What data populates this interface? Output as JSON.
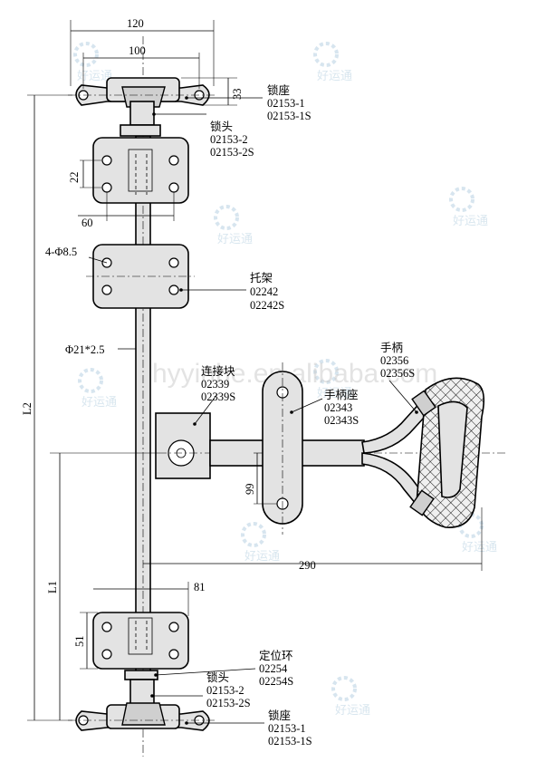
{
  "dimensions": {
    "overall_width": "120",
    "hole_spacing": "100",
    "seat_height": "33",
    "bracket_hole_v": "22",
    "bracket_hole_h": "60",
    "handle_offset": "99",
    "handle_reach": "290",
    "lower_bracket_w": "81",
    "lower_bracket_h": "51",
    "total_length": "L2",
    "partial_length": "L1",
    "holes": "4-Φ8.5",
    "rod": "Φ21*2.5"
  },
  "callouts": {
    "lock_seat_top": {
      "name": "锁座",
      "code1": "02153-1",
      "code2": "02153-1S"
    },
    "lock_head_top": {
      "name": "锁头",
      "code1": "02153-2",
      "code2": "02153-2S"
    },
    "bracket": {
      "name": "托架",
      "code1": "02242",
      "code2": "02242S"
    },
    "handle": {
      "name": "手柄",
      "code1": "02356",
      "code2": "02356S"
    },
    "connector": {
      "name": "连接块",
      "code1": "02339",
      "code2": "02339S"
    },
    "handle_seat": {
      "name": "手柄座",
      "code1": "02343",
      "code2": "02343S"
    },
    "locating_ring": {
      "name": "定位环",
      "code1": "02254",
      "code2": "02254S"
    },
    "lock_head_bottom": {
      "name": "锁头",
      "code1": "02153-2",
      "code2": "02153-2S"
    },
    "lock_seat_bottom": {
      "name": "锁座",
      "code1": "02153-1",
      "code2": "02153-1S"
    }
  },
  "watermark": {
    "url": "hyyinhe.en.alibaba.com",
    "logo_text": "好运通"
  },
  "icons": [
    "cog-logo-icon"
  ]
}
